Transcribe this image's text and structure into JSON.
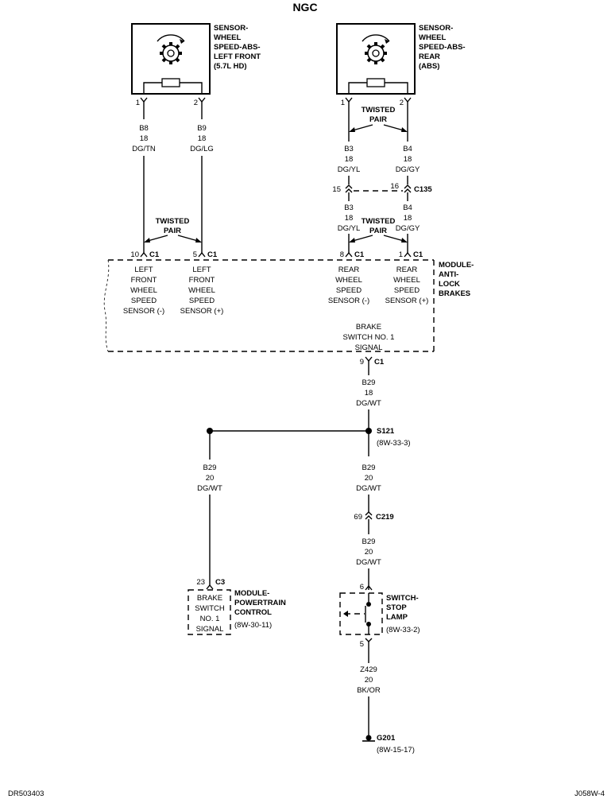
{
  "title": "NGC",
  "sensor_lf": {
    "lines": [
      "SENSOR-",
      "WHEEL",
      "SPEED-ABS-",
      "LEFT FRONT",
      "(5.7L HD)"
    ],
    "pins": [
      "1",
      "2"
    ]
  },
  "sensor_rear": {
    "lines": [
      "SENSOR-",
      "WHEEL",
      "SPEED-ABS-",
      "REAR",
      "(ABS)"
    ],
    "pins": [
      "1",
      "2"
    ]
  },
  "wires": {
    "w1": [
      "B8",
      "18",
      "DG/TN"
    ],
    "w2": [
      "B9",
      "18",
      "DG/LG"
    ],
    "w3a": [
      "B3",
      "18",
      "DG/YL"
    ],
    "w4a": [
      "B4",
      "18",
      "DG/GY"
    ],
    "w3b": [
      "B3",
      "18",
      "DG/YL"
    ],
    "w4b": [
      "B4",
      "18",
      "DG/GY"
    ],
    "b29a": [
      "B29",
      "18",
      "DG/WT"
    ],
    "b29left": [
      "B29",
      "20",
      "DG/WT"
    ],
    "b29b": [
      "B29",
      "20",
      "DG/WT"
    ],
    "b29c": [
      "B29",
      "20",
      "DG/WT"
    ],
    "z429": [
      "Z429",
      "20",
      "BK/OR"
    ]
  },
  "twisted_pair": [
    "TWISTED",
    "PAIR"
  ],
  "c135": {
    "pin_left": "15",
    "pin_right": "16",
    "name": "C135"
  },
  "abs_module": {
    "name": [
      "MODULE-",
      "ANTI-",
      "LOCK",
      "BRAKES"
    ],
    "pins": [
      {
        "pin": "10",
        "conn": "C1",
        "label": [
          "LEFT",
          "FRONT",
          "WHEEL",
          "SPEED",
          "SENSOR (-)"
        ]
      },
      {
        "pin": "5",
        "conn": "C1",
        "label": [
          "LEFT",
          "FRONT",
          "WHEEL",
          "SPEED",
          "SENSOR (+)"
        ]
      },
      {
        "pin": "8",
        "conn": "C1",
        "label": [
          "REAR",
          "WHEEL",
          "SPEED",
          "SENSOR (-)"
        ]
      },
      {
        "pin": "1",
        "conn": "C1",
        "label": [
          "REAR",
          "WHEEL",
          "SPEED",
          "SENSOR (+)"
        ]
      }
    ],
    "brake_switch": [
      "BRAKE",
      "SWITCH NO. 1",
      "SIGNAL"
    ],
    "brake_pin": "9",
    "brake_conn": "C1"
  },
  "splice": {
    "name": "S121",
    "ref": "(8W-33-3)"
  },
  "c219": {
    "pin": "69",
    "name": "C219"
  },
  "pcm": {
    "pin": "23",
    "conn": "C3",
    "label": [
      "BRAKE",
      "SWITCH",
      "NO. 1",
      "SIGNAL"
    ],
    "name": [
      "MODULE-",
      "POWERTRAIN",
      "CONTROL"
    ],
    "ref": "(8W-30-11)"
  },
  "stop_lamp": {
    "pin_top": "6",
    "pin_bottom": "5",
    "name": [
      "SWITCH-",
      "STOP",
      "LAMP"
    ],
    "ref": "(8W-33-2)"
  },
  "ground": {
    "name": "G201",
    "ref": "(8W-15-17)"
  },
  "footer": {
    "left": "DR503403",
    "right": "J058W-4"
  }
}
